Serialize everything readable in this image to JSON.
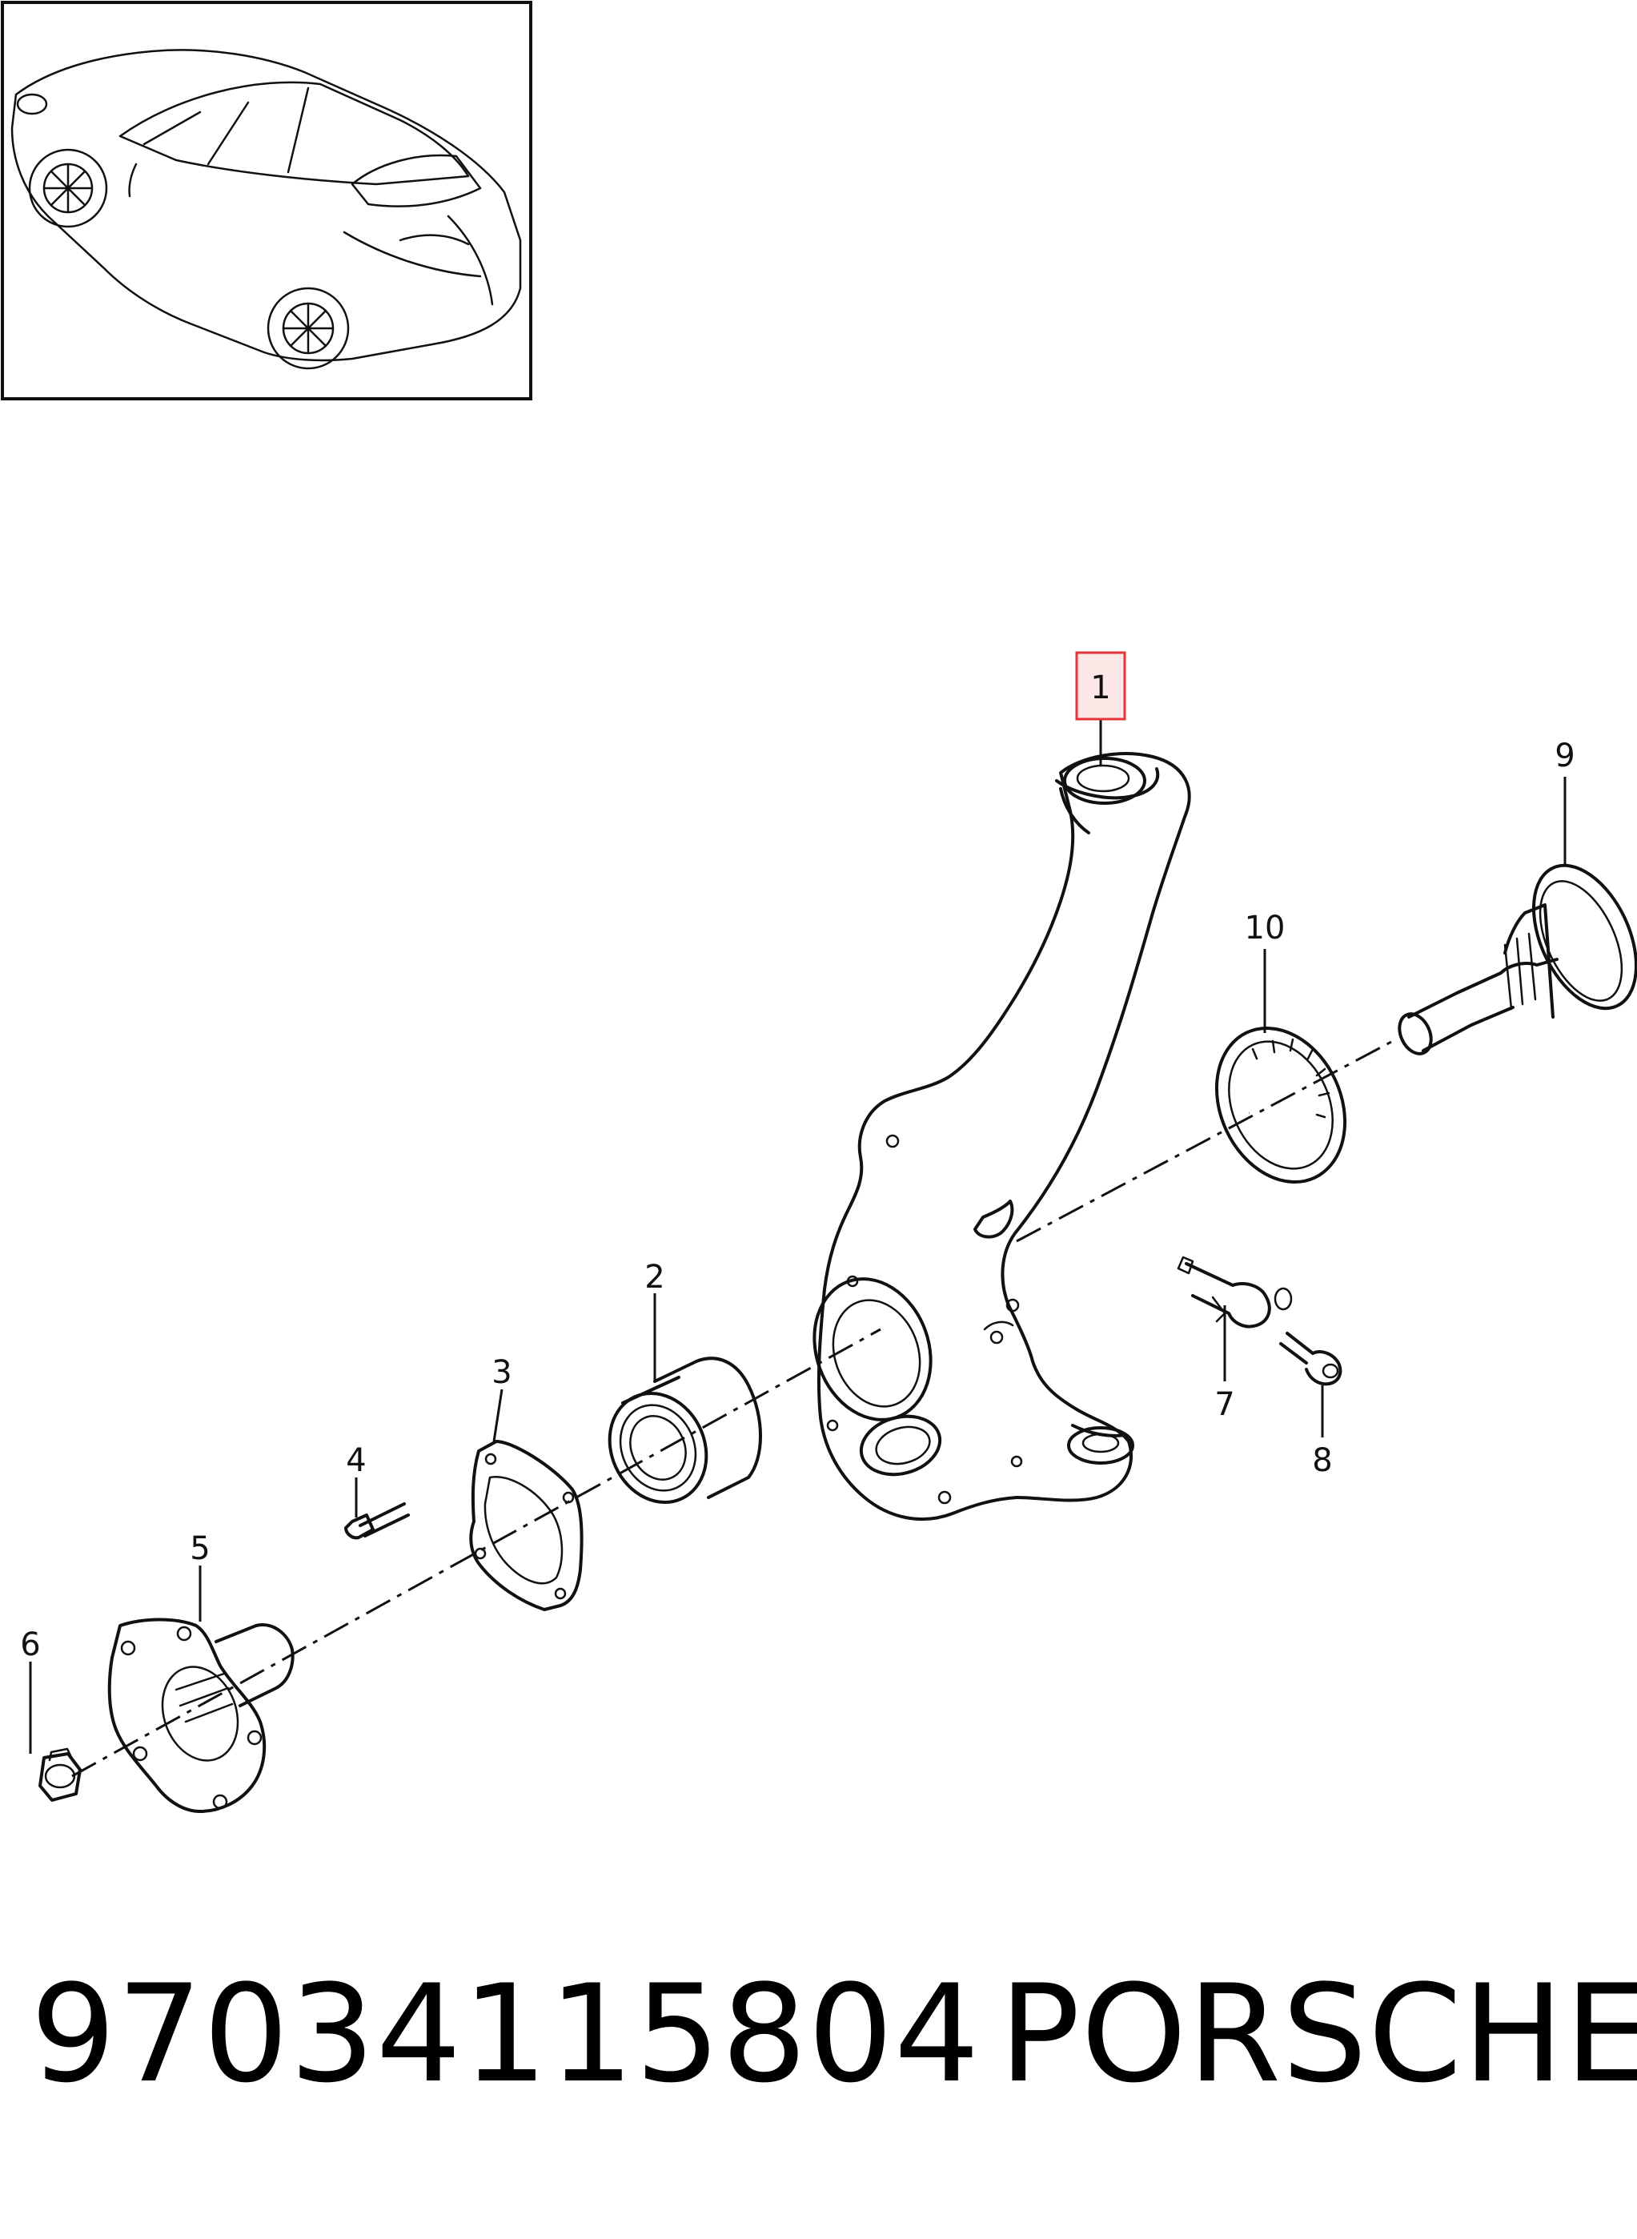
{
  "diagram": {
    "callouts": [
      {
        "id": "1",
        "label": "1"
      },
      {
        "id": "2",
        "label": "2"
      },
      {
        "id": "3",
        "label": "3"
      },
      {
        "id": "4",
        "label": "4"
      },
      {
        "id": "5",
        "label": "5"
      },
      {
        "id": "6",
        "label": "6"
      },
      {
        "id": "7",
        "label": "7"
      },
      {
        "id": "8",
        "label": "8"
      },
      {
        "id": "9",
        "label": "9"
      },
      {
        "id": "10",
        "label": "10"
      }
    ],
    "highlighted_callout": "1",
    "highlight_color": "#e5333a",
    "highlight_fill": "#fde8e8",
    "parts": [
      "steering-knuckle",
      "wheel-bearing",
      "cover-plate",
      "bolt",
      "wheel-hub",
      "collar-nut",
      "speed-sensor",
      "sensor-bolt",
      "drive-shaft",
      "sensor-ring"
    ]
  },
  "footer": {
    "part_number": "97034115804",
    "brand": "PORSCHE"
  }
}
